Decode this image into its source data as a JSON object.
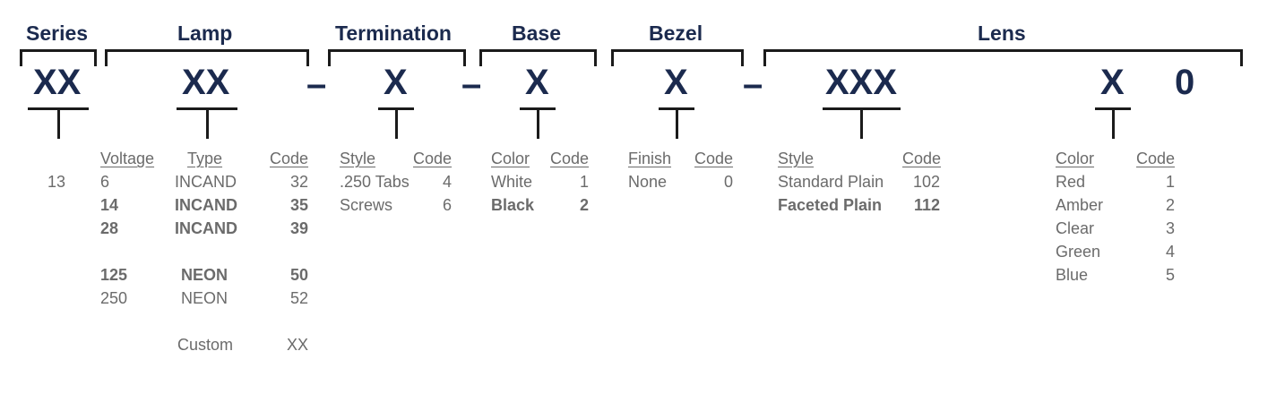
{
  "headers": {
    "series": "Series",
    "lamp": "Lamp",
    "termination": "Termination",
    "base": "Base",
    "bezel": "Bezel",
    "lens": "Lens"
  },
  "codes": {
    "series": "XX",
    "lamp": "XX",
    "termination": "X",
    "base": "X",
    "bezel": "X",
    "lens_style": "XXX",
    "lens_color": "X",
    "lens_suffix": "0"
  },
  "dash": "–",
  "series_values": [
    "13"
  ],
  "lamp": {
    "col_voltage": "Voltage",
    "col_type": "Type",
    "col_code": "Code",
    "rows": [
      {
        "voltage": "6",
        "type": "INCAND",
        "code": "32",
        "bold": false
      },
      {
        "voltage": "14",
        "type": "INCAND",
        "code": "35",
        "bold": true
      },
      {
        "voltage": "28",
        "type": "INCAND",
        "code": "39",
        "bold": true
      },
      {
        "voltage": "125",
        "type": "NEON",
        "code": "50",
        "bold": true
      },
      {
        "voltage": "250",
        "type": "NEON",
        "code": "52",
        "bold": false
      },
      {
        "voltage": "",
        "type": "Custom",
        "code": "XX",
        "bold": false
      }
    ]
  },
  "termination": {
    "col_style": "Style",
    "col_code": "Code",
    "rows": [
      {
        "style": ".250 Tabs",
        "code": "4",
        "bold": false
      },
      {
        "style": "Screws",
        "code": "6",
        "bold": false
      }
    ]
  },
  "base": {
    "col_color": "Color",
    "col_code": "Code",
    "rows": [
      {
        "color": "White",
        "code": "1",
        "bold": false
      },
      {
        "color": "Black",
        "code": "2",
        "bold": true
      }
    ]
  },
  "bezel": {
    "col_finish": "Finish",
    "col_code": "Code",
    "rows": [
      {
        "finish": "None",
        "code": "0",
        "bold": false
      }
    ]
  },
  "lens_style": {
    "col_style": "Style",
    "col_code": "Code",
    "rows": [
      {
        "style": "Standard Plain",
        "code": "102",
        "bold": false
      },
      {
        "style": "Faceted Plain",
        "code": "112",
        "bold": true
      }
    ]
  },
  "lens_color": {
    "col_color": "Color",
    "col_code": "Code",
    "rows": [
      {
        "color": "Red",
        "code": "1"
      },
      {
        "color": "Amber",
        "code": "2"
      },
      {
        "color": "Clear",
        "code": "3"
      },
      {
        "color": "Green",
        "code": "4"
      },
      {
        "color": "Blue",
        "code": "5"
      }
    ]
  }
}
